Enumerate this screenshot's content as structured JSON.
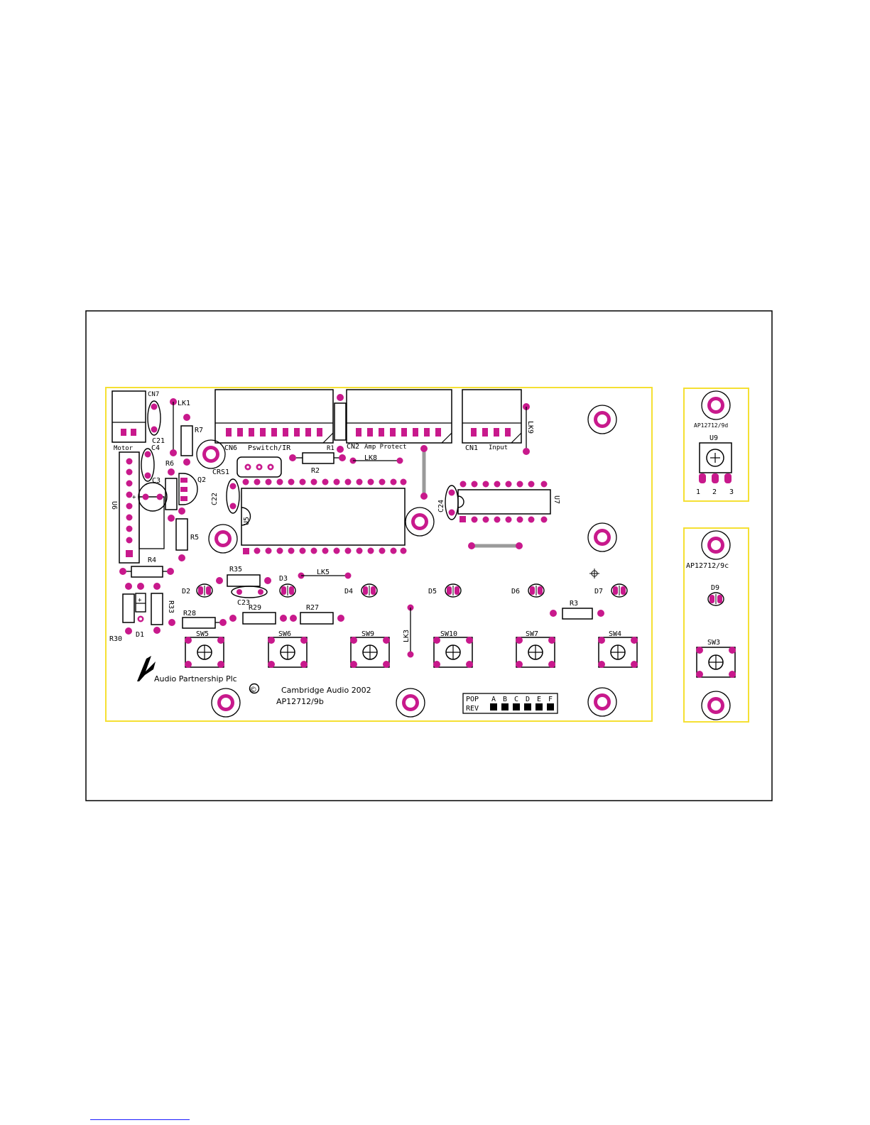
{
  "colors": {
    "pad": "#c8198c",
    "outline": "#f5e033",
    "link": "#9a9a9a",
    "frame": "#000000",
    "footer_link": "#1a1aff"
  },
  "main": {
    "connectors": {
      "cn7": "CN7",
      "cn7_name": "Motor",
      "cn6": "CN6",
      "cn6_name": "Pswitch/IR",
      "cn2": "CN2",
      "cn2_name": "Amp Protect",
      "cn1": "CN1",
      "cn1_name": "Input"
    },
    "links": {
      "lk1": "LK1",
      "lk9": "LK9",
      "lk8": "LK8",
      "lk5": "LK5",
      "lk3": "LK3"
    },
    "resistors": {
      "r7": "R7",
      "r6": "R6",
      "r5": "R5",
      "r4": "R4",
      "r35": "R35",
      "r28": "R28",
      "r29": "R29",
      "r27": "R27",
      "r1": "R1",
      "r2": "R2",
      "r3": "R3",
      "r30": "R30",
      "r33": "R33"
    },
    "capacitors": {
      "c21": "C21",
      "c4": "C4",
      "c3": "C3",
      "c22": "C22",
      "c23": "C23",
      "c24": "C24"
    },
    "ics": {
      "u6": "U6",
      "u5": "U5",
      "u7": "U7",
      "q2": "Q2",
      "crs1": "CRS1"
    },
    "diodes": {
      "d1": "D1",
      "d2": "D2",
      "d3": "D3",
      "d4": "D4",
      "d5": "D5",
      "d6": "D6",
      "d7": "D7"
    },
    "switches": {
      "sw5": "SW5",
      "sw6": "SW6",
      "sw9": "SW9",
      "sw10": "SW10",
      "sw7": "SW7",
      "sw4": "SW4"
    },
    "company": "Audio Partnership Plc",
    "copyright_symbol": "©",
    "copyright": "Cambridge Audio 2002",
    "board_id": "AP12712/9b",
    "rev_table": {
      "pop": "POP",
      "rev": "REV",
      "letters": [
        "A",
        "B",
        "C",
        "D",
        "E",
        "F"
      ]
    }
  },
  "board_d": {
    "id": "AP12712/9d",
    "u9": "U9",
    "pins": [
      "1",
      "2",
      "3"
    ]
  },
  "board_c": {
    "id": "AP12712/9c",
    "d9": "D9",
    "sw3": "SW3"
  }
}
